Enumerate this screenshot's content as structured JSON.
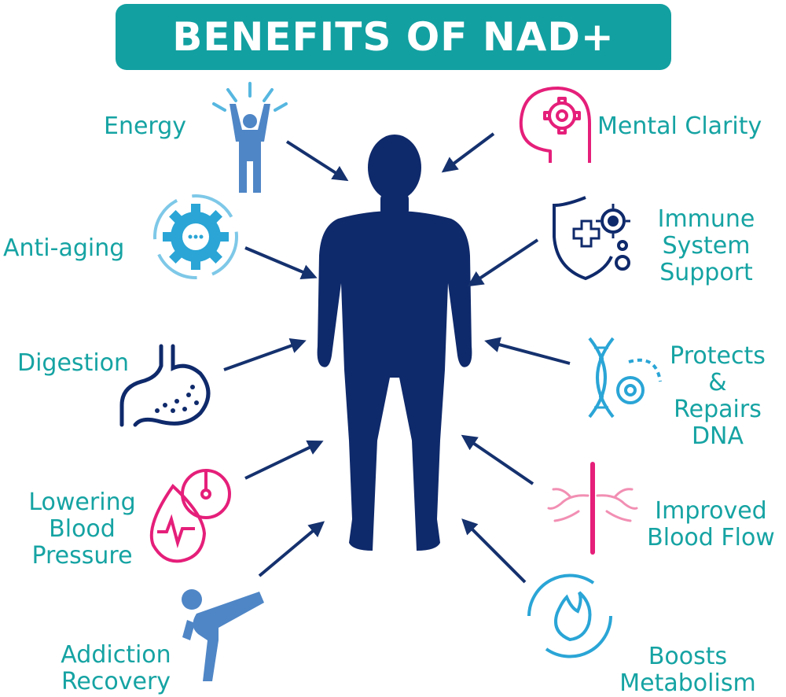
{
  "title": "BENEFITS OF NAD+",
  "colors": {
    "teal": "#13a0a1",
    "navy": "#0f2a6b",
    "pink": "#e51f7a",
    "blue": "#4f86c6",
    "light_blue": "#56b7e0"
  },
  "benefits": [
    {
      "label": "Energy",
      "icon": "person-energy-icon"
    },
    {
      "label": "Anti-aging",
      "icon": "gear-cycle-icon"
    },
    {
      "label": "Digestion",
      "icon": "stomach-icon"
    },
    {
      "label": "Lowering\nBlood\nPressure",
      "icon": "blood-drop-gauge-icon"
    },
    {
      "label": "Addiction\nRecovery",
      "icon": "kicking-person-icon"
    },
    {
      "label": "Mental Clarity",
      "icon": "head-gear-icon"
    },
    {
      "label": "Immune\nSystem\nSupport",
      "icon": "shield-virus-icon"
    },
    {
      "label": "Protects\n&\nRepairs\nDNA",
      "icon": "dna-gear-icon"
    },
    {
      "label": "Improved\nBlood Flow",
      "icon": "blood-vessels-icon"
    },
    {
      "label": "Boosts\nMetabolism",
      "icon": "flame-cycle-icon"
    }
  ]
}
